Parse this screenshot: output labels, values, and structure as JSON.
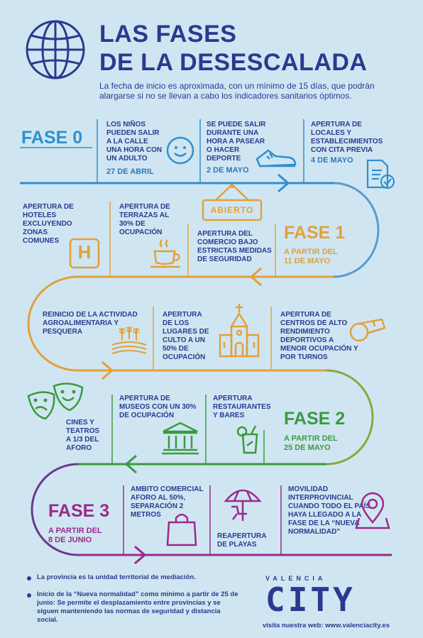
{
  "header": {
    "title_line1": "LAS FASES",
    "title_line2": "DE LA DESESCALADA",
    "subtitle": "La fecha de inicio es aproximada, con un mínimo de 15 días, que podrán alargarse si no se llevan a cabo los indicadores sanitarios óptimos."
  },
  "fase0": {
    "label": "FASE 0",
    "item1": "LOS NIÑOS PUEDEN SALIR A LA CALLE UNA HORA CON UN ADULTO",
    "item1_date": "27 DE ABRIL",
    "item2": "SE PUEDE SALIR DURANTE UNA HORA A PASEAR O HACER DEPORTE",
    "item2_date": "2 DE MAYO",
    "item3": "APERTURA DE LOCALES Y ESTABLECIMIENTOS CON CITA PREVIA",
    "item3_date": "4 DE MAYO"
  },
  "fase1": {
    "label": "FASE 1",
    "date_line1": "A PARTIR DEL",
    "date_line2": "11 DE MAYO",
    "sign": "ABIERTO",
    "item_hotels": "APERTURA DE HOTELES EXCLUYENDO ZONAS COMUNES",
    "hotel_letter": "H",
    "item_terrazas": "APERTURA DE TERRAZAS AL 30% DE OCUPACIÓN",
    "item_comercio": "APERTURA DEL COMERCIO BAJO ESTRICTAS MEDIDAS DE SEGURIDAD",
    "item_agro": "REINICIO DE LA ACTIVIDAD AGROALIMENTARIA Y PESQUERA",
    "item_culto": "APERTURA DE LOS LUGARES DE CULTO A UN 50% DE OCUPACIÓN",
    "item_deporte": "APERTURA DE CENTROS DE ALTO RENDIMIENTO DEPORTIVOS A MENOR OCUPACIÓN Y POR TURNOS"
  },
  "fase2": {
    "label": "FASE 2",
    "date_line1": "A PARTIR DEL",
    "date_line2": "25 DE MAYO",
    "item_cines": "CINES Y TEATROS A 1/3 DEL AFORO",
    "item_museos": "APERTURA DE MUSEOS CON UN 30% DE OCUPACIÓN",
    "item_restaurantes": "APERTURA RESTAURANTES Y BARES"
  },
  "fase3": {
    "label": "FASE 3",
    "date_line1": "A PARTIR DEL",
    "date_line2": "8 DE JUNIO",
    "item_comercial": "AMBITO COMERCIAL AFORO AL 50%, SEPARACIÓN 2 METROS",
    "item_playas": "REAPERTURA DE PLAYAS",
    "item_movilidad": "MOVILIDAD INTERPROVINCIAL CUANDO TODO EL PAÍS HAYA LLEGADO A LA FASE DE LA “NUEVA NORMALIDAD”"
  },
  "footer": {
    "note1": "La provincia es la unidad territorial de mediación.",
    "note2": "Inicio de la “Nueva normalidad” como mínimo a partir de 25 de junio: Se permite el desplazamiento entre provincias y se siguen manteniendo las normas de seguridad y distancia social.",
    "brand_top": "VALENCIA",
    "brand_city": "CITY",
    "web": "visita nuestra web: www.valenciacity.es"
  },
  "colors": {
    "background": "#cfe6f2",
    "title": "#2a3a8f",
    "fase0": "#2f8fd0",
    "fase1": "#e2a03a",
    "fase2": "#3a9a3e",
    "fase3": "#9a2a8a"
  },
  "icons": [
    "globe-icon",
    "smiley-icon",
    "sneaker-icon",
    "document-check-icon",
    "hotel-icon",
    "coffee-cup-icon",
    "open-sign-icon",
    "wheat-field-icon",
    "church-icon",
    "whistle-icon",
    "theater-masks-icon",
    "museum-icon",
    "drink-icon",
    "shopping-bag-icon",
    "beach-umbrella-icon",
    "location-pin-icon"
  ]
}
